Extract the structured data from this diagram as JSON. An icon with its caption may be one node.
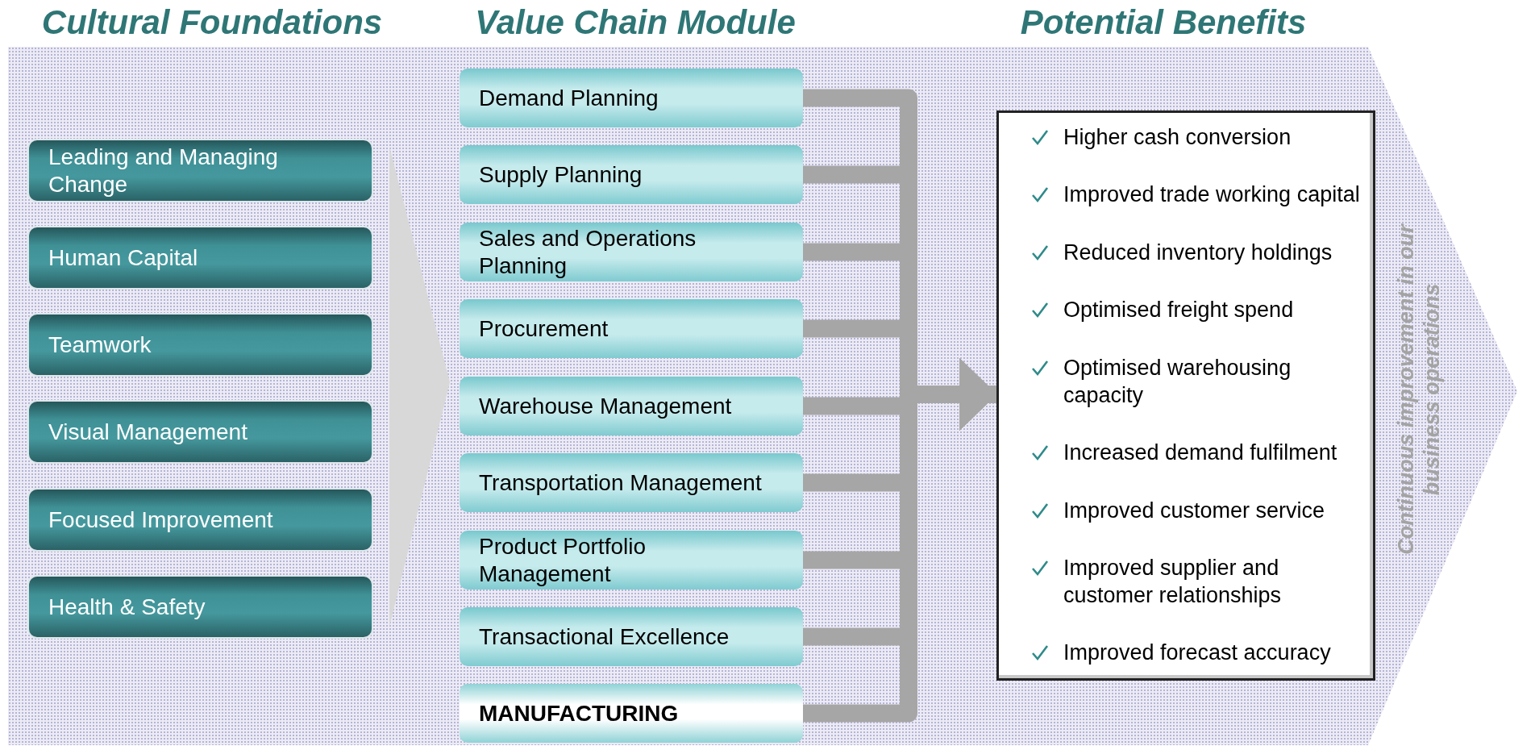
{
  "diagram": {
    "nodes": [
      {
        "text": [
          "Continuous improvement in our business operations"
        ]
      },
      {
        "text": [
          "Leading and Managing Change"
        ],
        "in": 0
      },
      {
        "text": [
          "Human Capital"
        ],
        "in": 0
      },
      {
        "text": [
          "Teamwork"
        ],
        "in": 0
      },
      {
        "text": [
          "Visual Management"
        ],
        "in": 0
      },
      {
        "text": [
          "Focused Improvement"
        ],
        "in": 0
      },
      {
        "text": [
          "Health & Safety"
        ],
        "in": 0
      },
      {
        "text": [
          "Demand Planning"
        ],
        "in": 0
      },
      {
        "text": [
          "Supply Planning"
        ],
        "in": 0
      },
      {
        "text": [
          "Sales and Operations Planning"
        ],
        "in": 0
      },
      {
        "text": [
          "Procurement"
        ],
        "in": 0
      },
      {
        "text": [
          "Warehouse Management"
        ],
        "in": 0
      },
      {
        "text": [
          "Transportation Management"
        ],
        "in": 0
      },
      {
        "text": [
          "Product Portfolio Management"
        ],
        "in": 0
      },
      {
        "text": [
          "Transactional Excellence"
        ],
        "in": 0
      },
      {
        "text": [
          "MANUFACTURING"
        ],
        "in": 0
      },
      {
        "text": [
          "Higher cash conversion",
          "Improved trade working capital",
          "Reduced inventory holdings",
          "Optimised freight spend",
          "Optimised warehousing capacity",
          "Increased demand fulfilment",
          "Improved customer service",
          "Improved supplier and customer relationships",
          "Improved forecast accuracy"
        ],
        "in": 0
      }
    ],
    "edges": [
      {
        "from": 7,
        "to": 16,
        "arrow": "to"
      },
      {
        "from": 8,
        "to": 16,
        "arrow": "to"
      },
      {
        "from": 9,
        "to": 16,
        "arrow": "to"
      },
      {
        "from": 10,
        "to": 16,
        "arrow": "to"
      },
      {
        "from": 11,
        "to": 16,
        "arrow": "to"
      },
      {
        "from": 12,
        "to": 16,
        "arrow": "to"
      },
      {
        "from": 13,
        "to": 16,
        "arrow": "to"
      },
      {
        "from": 14,
        "to": 16,
        "arrow": "to"
      },
      {
        "from": 15,
        "to": 16,
        "arrow": "to"
      }
    ],
    "labels": [
      "Cultural Foundations",
      "Value Chain Module",
      "Potential Benefits"
    ]
  }
}
